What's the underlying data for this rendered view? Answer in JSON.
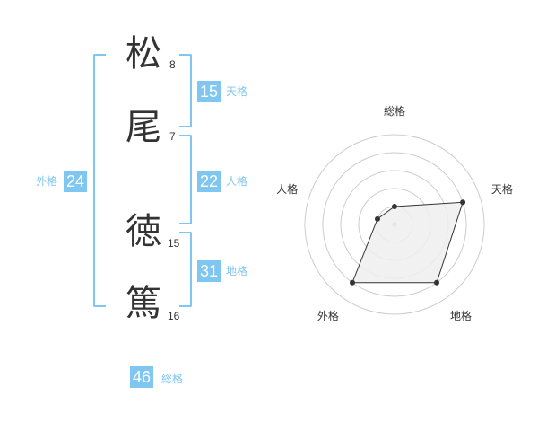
{
  "name": {
    "chars": [
      {
        "char": "松",
        "strokes": "8"
      },
      {
        "char": "尾",
        "strokes": "7"
      },
      {
        "char": "徳",
        "strokes": "15"
      },
      {
        "char": "篤",
        "strokes": "16"
      }
    ]
  },
  "fortune": {
    "tenkaku": {
      "value": "15",
      "label": "天格"
    },
    "jinkaku": {
      "value": "22",
      "label": "人格"
    },
    "chikaku": {
      "value": "31",
      "label": "地格"
    },
    "gaikaku": {
      "value": "24",
      "label": "外格"
    },
    "soukaku": {
      "value": "46",
      "label": "総格"
    }
  },
  "colors": {
    "accent": "#7fc6f0",
    "text": "#333333",
    "grid": "#cccccc",
    "fill": "#eeeeee"
  },
  "chart_data": {
    "type": "radar",
    "axes": [
      "総格",
      "天格",
      "地格",
      "外格",
      "人格"
    ],
    "values": [
      0.2,
      0.8,
      0.8,
      0.8,
      0.2
    ],
    "rings": 5
  }
}
